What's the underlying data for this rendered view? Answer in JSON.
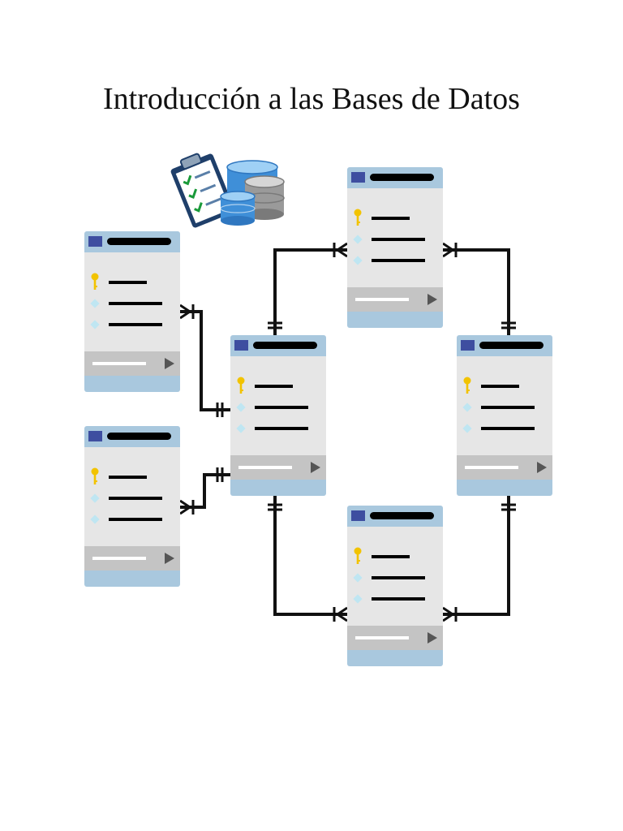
{
  "page": {
    "title": "Introducción a las Bases de Datos"
  },
  "icons": {
    "hero": "clipboard-database-icon",
    "primary_key": "key-icon",
    "field": "diamond-icon",
    "footer_arrow": "play-arrow-icon"
  },
  "colors": {
    "table_header": "#a9c8de",
    "table_body": "#e6e6e6",
    "table_footer_bar": "#c4c4c4",
    "table_bottom": "#a9c8de",
    "header_square": "#3e4ea0",
    "key": "#f2c300",
    "diamond": "#bfe6f2",
    "connector": "#111111"
  },
  "tables": [
    {
      "id": "left-top"
    },
    {
      "id": "left-bottom"
    },
    {
      "id": "center"
    },
    {
      "id": "top"
    },
    {
      "id": "right"
    },
    {
      "id": "bottom"
    }
  ]
}
